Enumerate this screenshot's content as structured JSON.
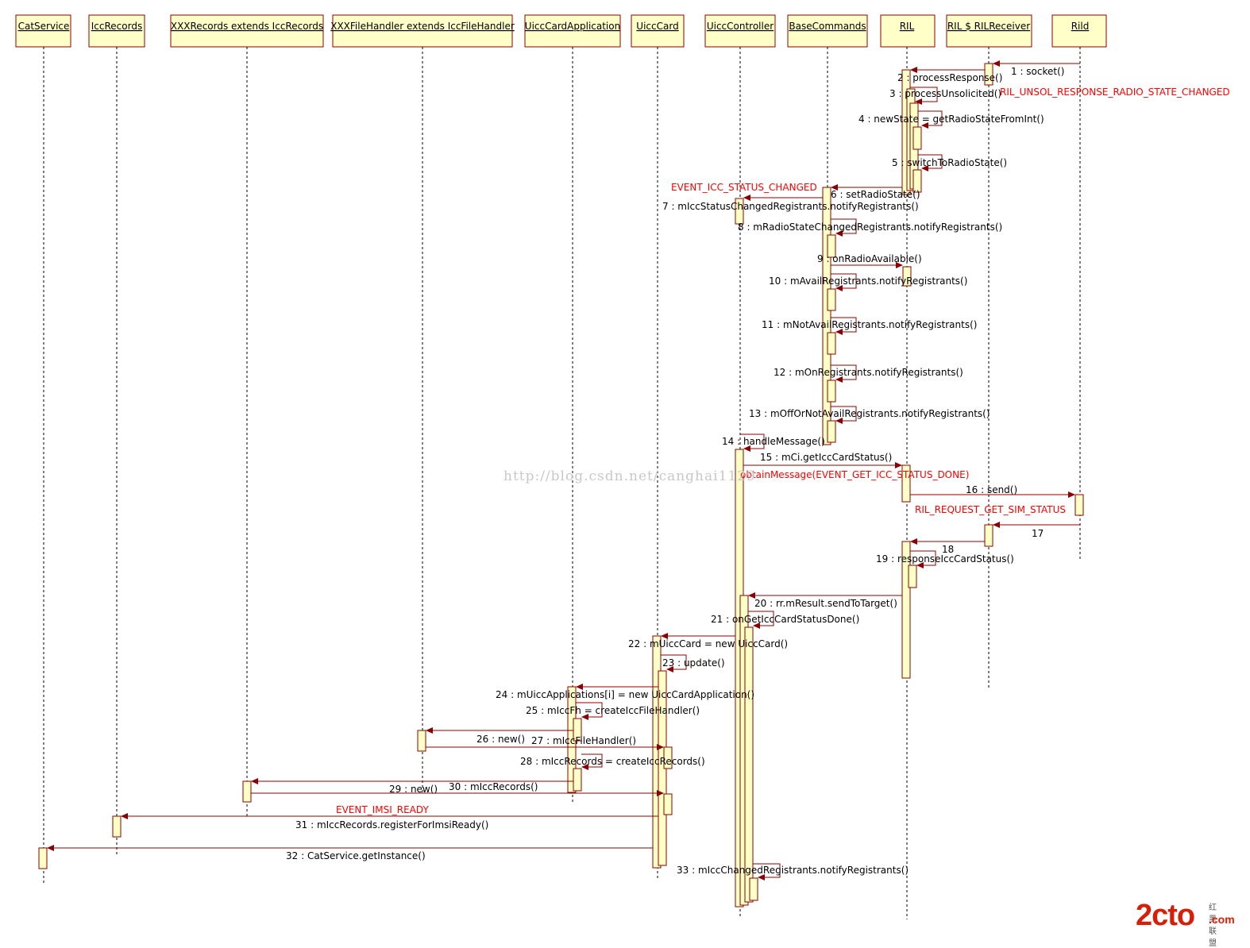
{
  "lifelines": [
    {
      "id": "catservice",
      "label": "CatService"
    },
    {
      "id": "iccrecords",
      "label": "IccRecords"
    },
    {
      "id": "xxxrecords",
      "label": "XXXRecords extends IccRecords"
    },
    {
      "id": "xxxfilehandler",
      "label": "XXXFileHandler extends IccFileHandler"
    },
    {
      "id": "uicccardapp",
      "label": "UiccCardApplication"
    },
    {
      "id": "uicccard",
      "label": "UiccCard"
    },
    {
      "id": "uicccontroller",
      "label": "UiccController"
    },
    {
      "id": "basecommands",
      "label": "BaseCommands"
    },
    {
      "id": "ril",
      "label": "RIL"
    },
    {
      "id": "rilreceiver",
      "label": "RIL $ RILReceiver"
    },
    {
      "id": "rild",
      "label": "Rild"
    }
  ],
  "messages": [
    {
      "n": "1",
      "label": "1 : socket()"
    },
    {
      "n": "2",
      "label": "2 : processResponse()"
    },
    {
      "n": "3",
      "label": "3 : processUnsolicited()"
    },
    {
      "n": "4",
      "label": "4 : newState = getRadioStateFromInt()"
    },
    {
      "n": "5",
      "label": "5 : switchToRadioState()"
    },
    {
      "n": "6",
      "label": "6 : setRadioState()"
    },
    {
      "n": "7",
      "label": "7 : mIccStatusChangedRegistrants.notifyRegistrants()"
    },
    {
      "n": "8",
      "label": "8 : mRadioStateChangedRegistrants.notifyRegistrants()"
    },
    {
      "n": "9",
      "label": "9 : onRadioAvailable()"
    },
    {
      "n": "10",
      "label": "10 : mAvailRegistrants.notifyRegistrants()"
    },
    {
      "n": "11",
      "label": "11 : mNotAvailRegistrants.notifyRegistrants()"
    },
    {
      "n": "12",
      "label": "12 : mOnRegistrants.notifyRegistrants()"
    },
    {
      "n": "13",
      "label": "13 : mOffOrNotAvailRegistrants.notifyRegistrants()"
    },
    {
      "n": "14",
      "label": "14 : handleMessage()"
    },
    {
      "n": "15",
      "label": "15 : mCi.getIccCardStatus()"
    },
    {
      "n": "16",
      "label": "16 : send()"
    },
    {
      "n": "17",
      "label": "17"
    },
    {
      "n": "18",
      "label": "18"
    },
    {
      "n": "19",
      "label": "19 : responseIccCardStatus()"
    },
    {
      "n": "20",
      "label": "20 : rr.mResult.sendToTarget()"
    },
    {
      "n": "21",
      "label": "21 : onGetIccCardStatusDone()"
    },
    {
      "n": "22",
      "label": "22 : mUiccCard = new UiccCard()"
    },
    {
      "n": "23",
      "label": "23 : update()"
    },
    {
      "n": "24",
      "label": "24 : mUiccApplications[i] = new UiccCardApplication()"
    },
    {
      "n": "25",
      "label": "25 : mIccFh = createIccFileHandler()"
    },
    {
      "n": "26",
      "label": "26 : new()"
    },
    {
      "n": "27",
      "label": "27 : mIccFileHandler()"
    },
    {
      "n": "28",
      "label": "28 : mIccRecords = createIccRecords()"
    },
    {
      "n": "29",
      "label": "29 : new()"
    },
    {
      "n": "30",
      "label": "30 : mIccRecords()"
    },
    {
      "n": "31",
      "label": "31 : mIccRecords.registerForImsiReady()"
    },
    {
      "n": "32",
      "label": "32 : CatService.getInstance()"
    },
    {
      "n": "33",
      "label": "33 : mIccChangedRegistrants.notifyRegistrants()"
    }
  ],
  "notes": {
    "unsol": "RIL_UNSOL_RESPONSE_RADIO_STATE_CHANGED",
    "icc_status": "EVENT_ICC_STATUS_CHANGED",
    "obtain": "obtainMessage(EVENT_GET_ICC_STATUS_DONE)",
    "sim_status": "RIL_REQUEST_GET_SIM_STATUS",
    "imsi": "EVENT_IMSI_READY"
  },
  "watermark": "http://blog.csdn.net/canghai1129",
  "logo": {
    "main": "2cto",
    "domain": ".com",
    "tagline": "红黑联盟"
  },
  "colors": {
    "message": "#8b0000",
    "note": "#ff0000",
    "box_fill": "#ffffc8"
  }
}
